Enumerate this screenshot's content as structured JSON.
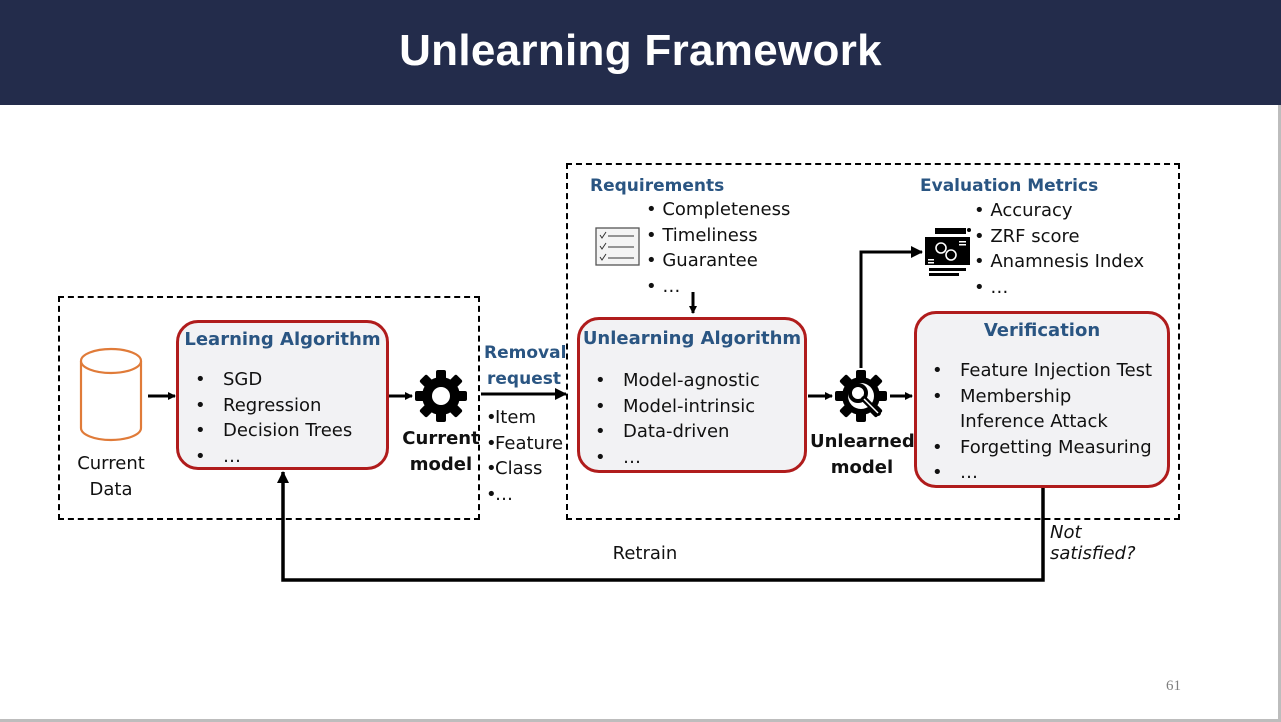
{
  "slide": {
    "title": "Unlearning Framework",
    "page_number": "61"
  },
  "colors": {
    "header_bg": "#232c4b",
    "box_border": "#b01c1c",
    "box_fill": "#f2f2f4",
    "heading_blue": "#2a5582",
    "database_orange": "#e07b39"
  },
  "learning": {
    "data_label_line1": "Current",
    "data_label_line2": "Data",
    "algorithm": {
      "title": "Learning Algorithm",
      "items": [
        "SGD",
        "Regression",
        "Decision Trees",
        "…"
      ]
    },
    "model_label_line1": "Current",
    "model_label_line2": "model"
  },
  "removal": {
    "title_line1": "Removal",
    "title_line2": "request",
    "items": [
      "Item",
      "Feature",
      "Class",
      "…"
    ]
  },
  "requirements": {
    "title": "Requirements",
    "items": [
      "Completeness",
      "Timeliness",
      "Guarantee",
      "…"
    ]
  },
  "unlearning": {
    "algorithm": {
      "title": "Unlearning Algorithm",
      "items": [
        "Model-agnostic",
        "Model-intrinsic",
        "Data-driven",
        "…"
      ]
    },
    "model_label_line1": "Unlearned",
    "model_label_line2": "model"
  },
  "evaluation": {
    "title": "Evaluation Metrics",
    "items": [
      "Accuracy",
      "ZRF score",
      "Anamnesis Index",
      "…"
    ]
  },
  "verification": {
    "title": "Verification",
    "items": [
      "Feature Injection Test",
      "Membership",
      "Inference Attack",
      "Forgetting Measuring",
      "…"
    ]
  },
  "feedback": {
    "retrain_label": "Retrain",
    "condition_line1": "Not",
    "condition_line2": "satisfied?"
  }
}
